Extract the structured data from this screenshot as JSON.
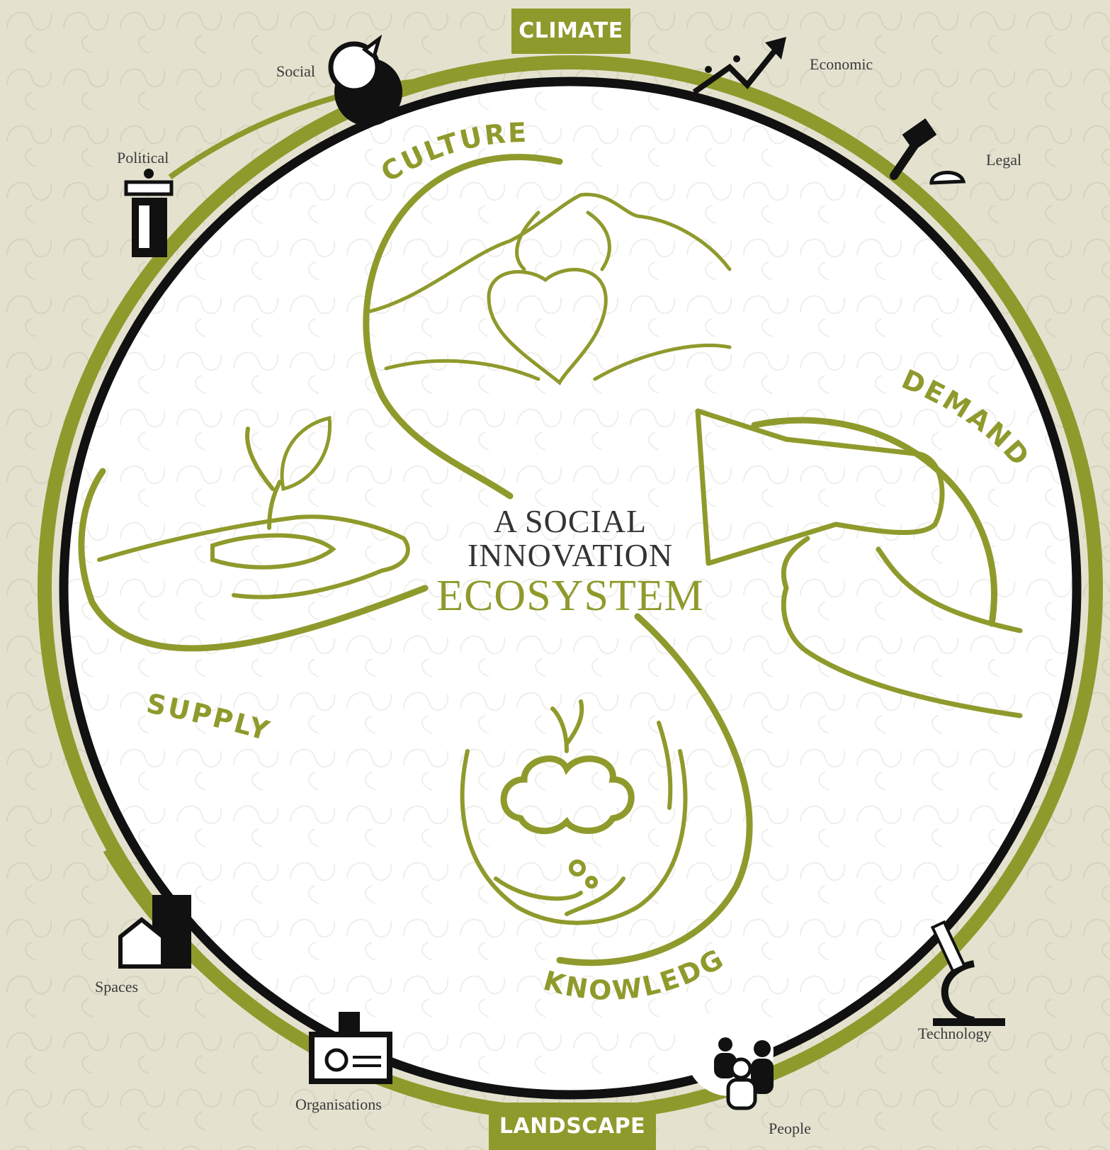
{
  "title": {
    "line1": "A SOCIAL",
    "line2": "INNOVATION",
    "line3": "ECOSYSTEM"
  },
  "ring": {
    "top_tag": "CLIMATE",
    "bottom_tag": "LANDSCAPE"
  },
  "quadrants": {
    "culture": "CULTURE",
    "demand": "DEMAND",
    "knowledge": "KNOWLEDGE",
    "supply": "SUPPLY"
  },
  "factors": {
    "social": "Social",
    "economic": "Economic",
    "political": "Political",
    "legal": "Legal",
    "spaces": "Spaces",
    "technology": "Technology",
    "organisations": "Organisations",
    "people": "People"
  },
  "colors": {
    "accent": "#8f9a2c",
    "background": "#e4e2cf",
    "inner": "#ffffff",
    "ring_black": "#111111"
  },
  "icons": {
    "social": "speech-bubbles-icon",
    "economic": "rising-graph-icon",
    "political": "podium-icon",
    "legal": "gavel-icon",
    "spaces": "buildings-icon",
    "technology": "microscope-icon",
    "organisations": "id-card-icon",
    "people": "people-group-icon",
    "culture": "heart-hands-icon",
    "demand": "megaphone-icon",
    "knowledge": "cupped-hands-cloud-icon",
    "supply": "hand-seedling-icon"
  }
}
